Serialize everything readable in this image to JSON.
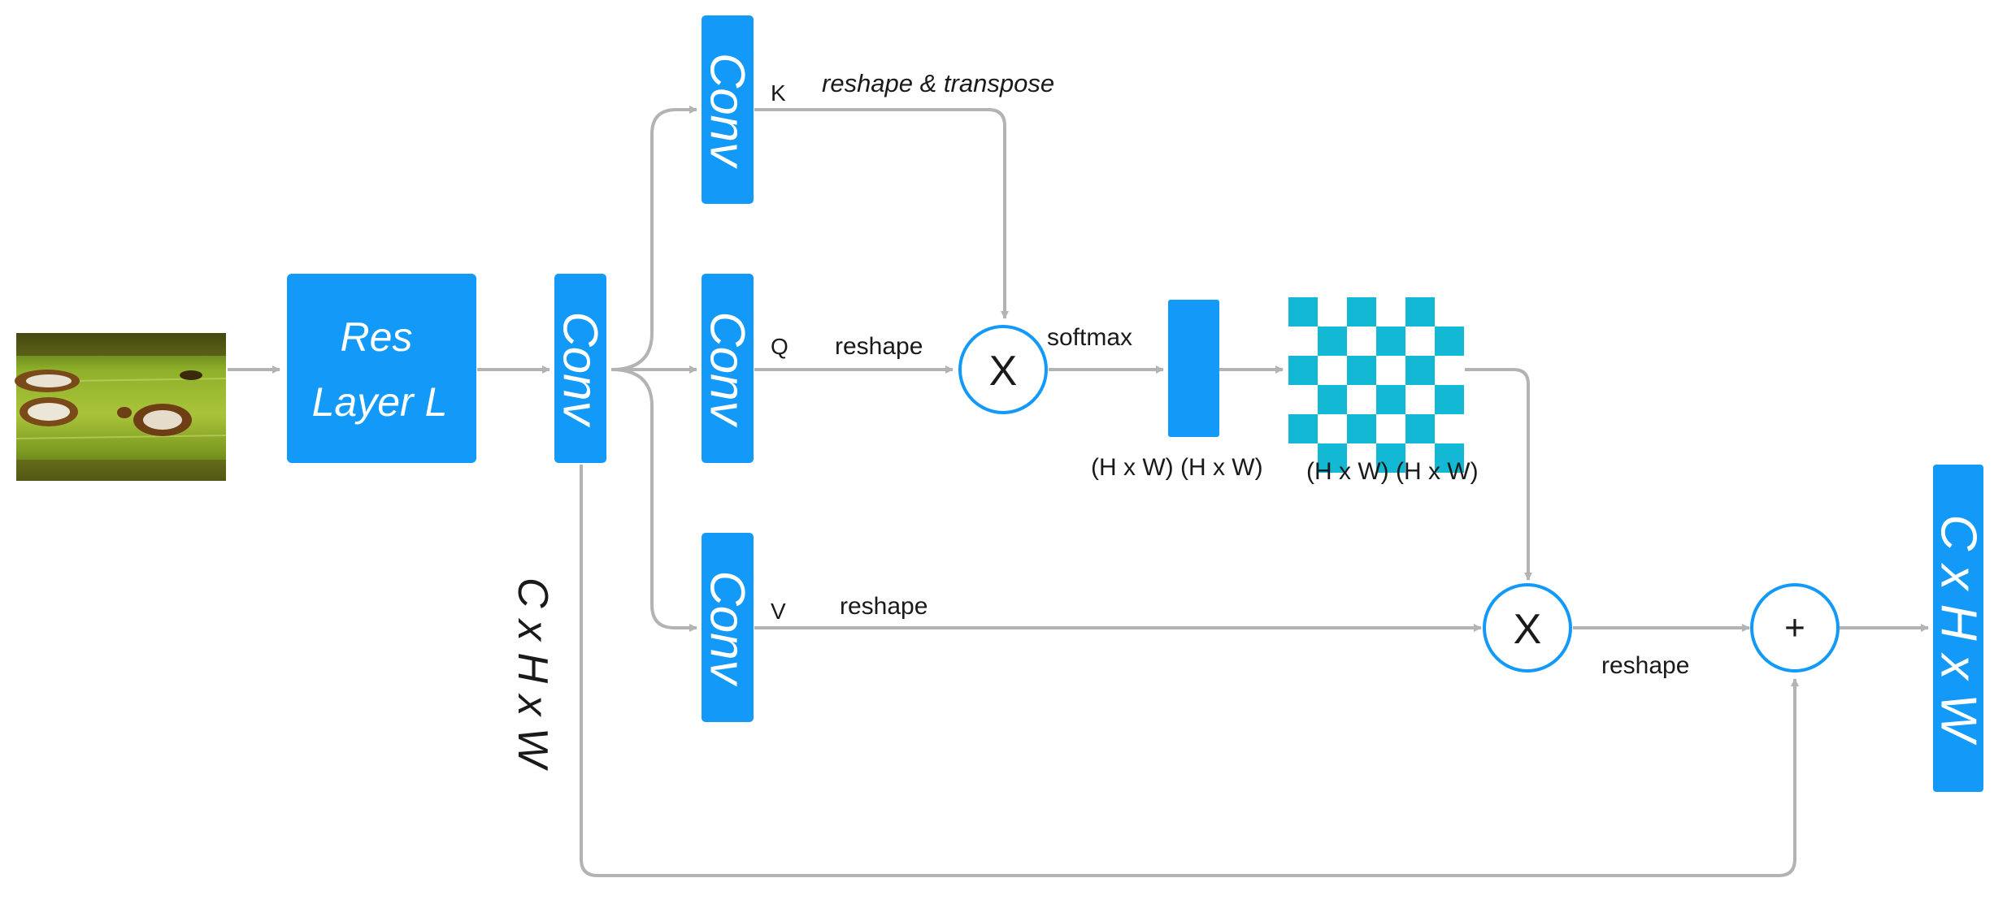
{
  "colors": {
    "block": "#1399F8",
    "cyan": "#12B8D4",
    "arrow": "#B3B3B3",
    "text": "#1A1A1A",
    "white": "#FFFFFF"
  },
  "input_image": {
    "icon": "leaf-with-lesions-image"
  },
  "blocks": {
    "res_layer": {
      "line1": "Res",
      "line2": "Layer L"
    },
    "conv_main": "Conv",
    "conv_k": "Conv",
    "conv_q": "Conv",
    "conv_v": "Conv",
    "output_shape": "C x H x W"
  },
  "labels": {
    "k": "K",
    "q": "Q",
    "v": "V",
    "k_op": "reshape & transpose",
    "q_op": "reshape",
    "v_op": "reshape",
    "softmax": "softmax",
    "attn_dim_1": "(H x W) (H x W)",
    "attn_dim_2": "(H x W) (H x W)",
    "out_reshape": "reshape",
    "skip_shape": "C x H x W"
  },
  "operators": {
    "mul_qk": "X",
    "mul_v": "X",
    "add": "+"
  }
}
